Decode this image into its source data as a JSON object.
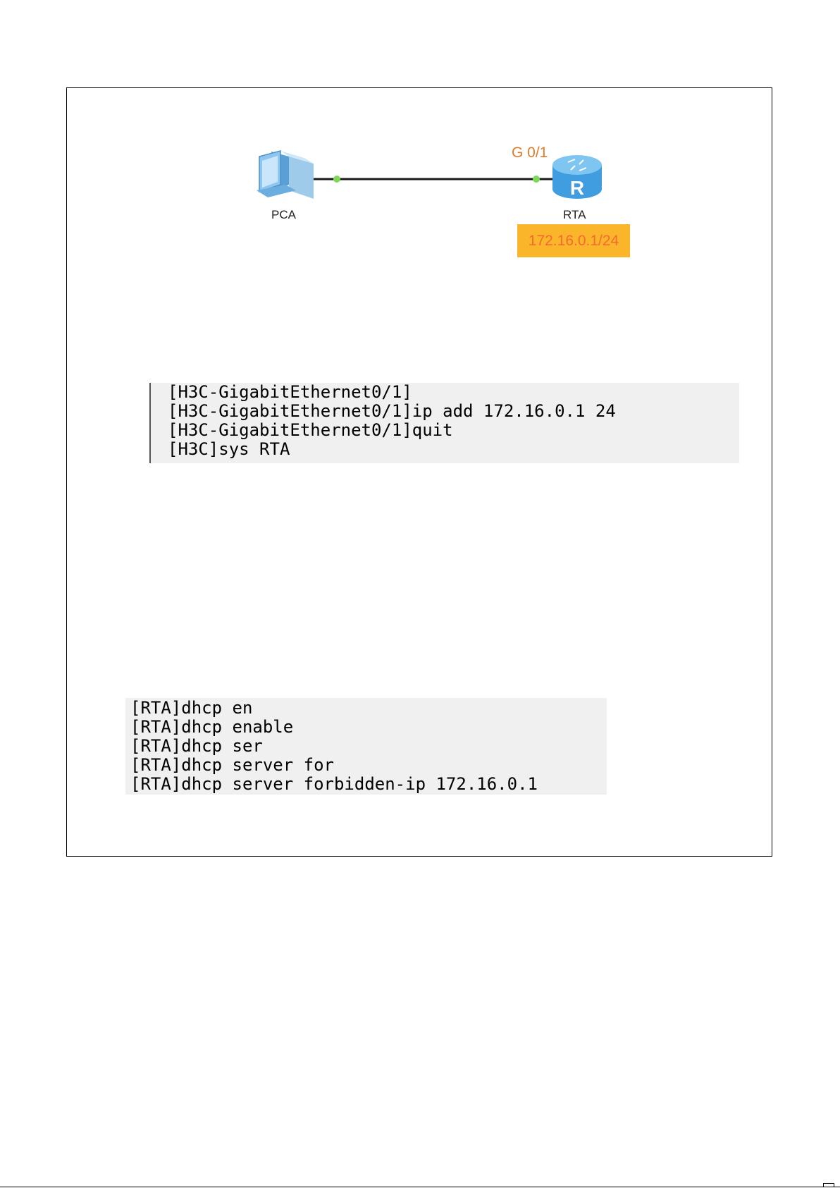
{
  "diagram": {
    "nodes": [
      {
        "id": "pca",
        "label": "PCA",
        "kind": "pc-icon"
      },
      {
        "id": "rta",
        "label": "RTA",
        "kind": "router-icon"
      }
    ],
    "link": {
      "from": "pca",
      "to": "rta",
      "port": "G 0/1"
    },
    "ip_badge": "172.16.0.1/24",
    "colors": {
      "port": "#e07b2a",
      "badge_bg": "#fbb52b",
      "badge_text": "#f36b2d",
      "link_dot": "#7ed957",
      "router": "#4aa8e0"
    }
  },
  "console_1": {
    "lines": [
      "[H3C-GigabitEthernet0/1]",
      "[H3C-GigabitEthernet0/1]ip add 172.16.0.1 24",
      "[H3C-GigabitEthernet0/1]quit",
      "[H3C]sys RTA"
    ]
  },
  "console_2": {
    "lines": [
      "[RTA]dhcp en",
      "[RTA]dhcp enable",
      "[RTA]dhcp ser",
      "[RTA]dhcp server for",
      "[RTA]dhcp server forbidden-ip 172.16.0.1"
    ]
  }
}
